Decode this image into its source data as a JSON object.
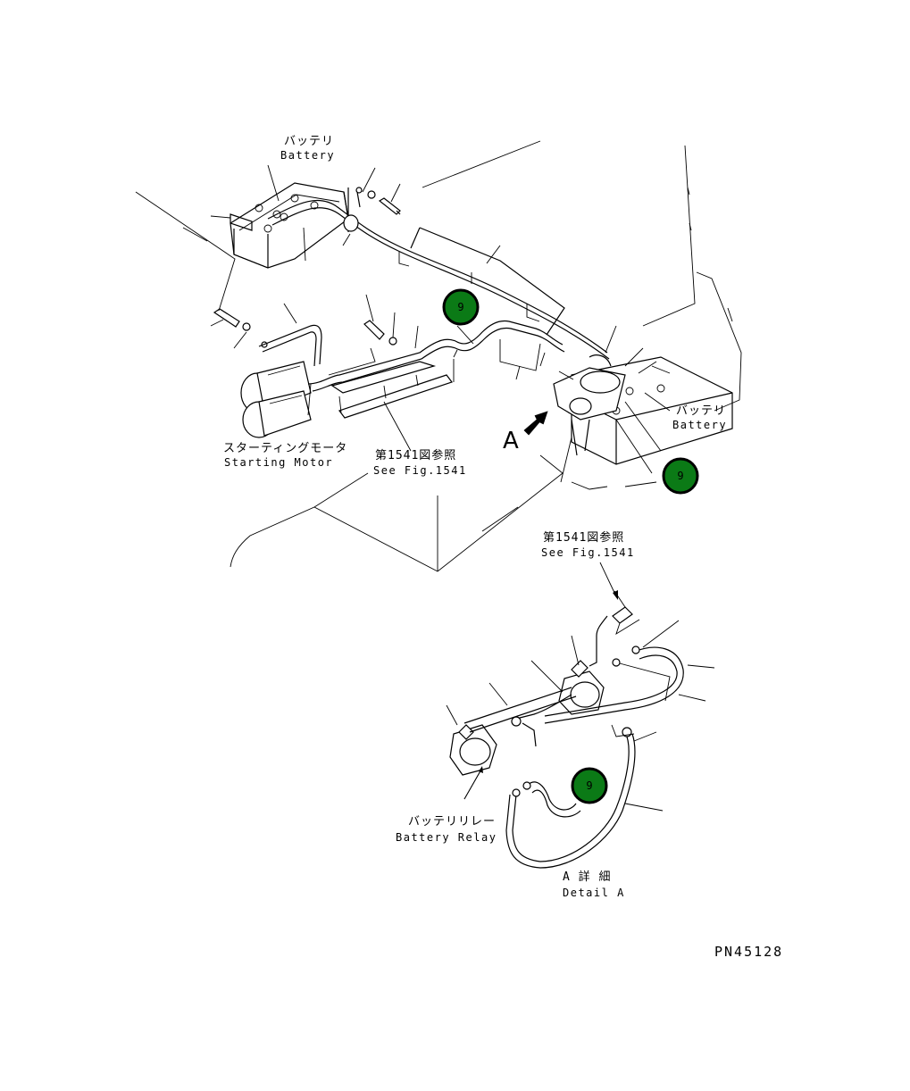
{
  "labels": {
    "battery_top_jp": "バッテリ",
    "battery_top_en": "Battery",
    "battery_right_jp": "バッテリ",
    "battery_right_en": "Battery",
    "starting_motor_jp": "スターティングモータ",
    "starting_motor_en": "Starting Motor",
    "see_fig_1_jp": "第1541図参照",
    "see_fig_1_en": "See Fig.1541",
    "see_fig_2_jp": "第1541図参照",
    "see_fig_2_en": "See Fig.1541",
    "battery_relay_jp": "バッテリリレー",
    "battery_relay_en": "Battery Relay",
    "detail_a_jp": "A 詳 細",
    "detail_a_en": "Detail A",
    "view_arrow_letter": "A",
    "part_code": "PN45128"
  },
  "markers": [
    {
      "label": "9"
    },
    {
      "label": "9"
    },
    {
      "label": "9"
    }
  ],
  "colors": {
    "marker_fill": "#0b7a16",
    "marker_ring": "#000000",
    "marker_text": "#000000",
    "line": "#000000",
    "background": "#ffffff"
  }
}
